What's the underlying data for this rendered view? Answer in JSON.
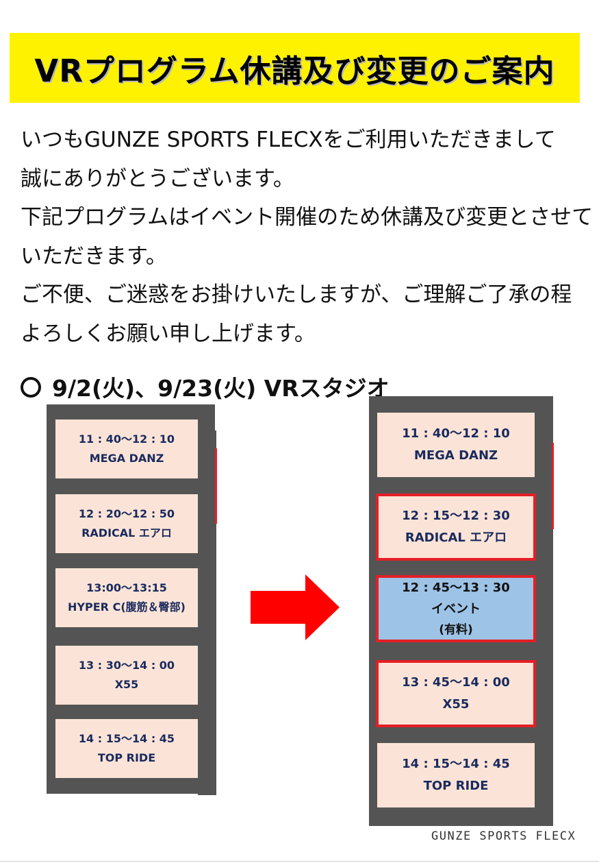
{
  "banner": {
    "title": "VRプログラム休講及び変更のご案内"
  },
  "intro": {
    "lines": [
      "いつもGUNZE SPORTS FLECXをご利用いただきまして",
      "誠にありがとうございます。",
      "下記プログラムはイベント開催のため休講及び変更とさせて",
      "いただきます。",
      "ご不便、ご迷惑をお掛けいたしますが、ご理解ご了承の程",
      "よろしくお願い申し上げます。"
    ]
  },
  "section": {
    "heading": "9/2(火)、9/23(火)  VRスタジオ"
  },
  "before": {
    "slots": [
      {
        "time": "11 : 40～12 : 10",
        "name": "MEGA DANZ"
      },
      {
        "time": "12 : 20～12 : 50",
        "name": "RADICAL エアロ"
      },
      {
        "time": "13:00～13:15",
        "name": "HYPER C(腹筋＆臀部)"
      },
      {
        "time": "13 : 30～14 : 00",
        "name": "X55"
      },
      {
        "time": "14 : 15～14 : 45",
        "name": "TOP RIDE"
      }
    ]
  },
  "after": {
    "slots": [
      {
        "time": "11 : 40～12 : 10",
        "name": "MEGA DANZ",
        "changed": false
      },
      {
        "time": "12 : 15～12 : 30",
        "name": "RADICAL エアロ",
        "changed": true
      },
      {
        "time": "12 : 45～13 : 30",
        "name": "イベント",
        "note": "(有料)",
        "changed": true,
        "event": true
      },
      {
        "time": "13 : 45～14 : 00",
        "name": "X55",
        "changed": true
      },
      {
        "time": "14 : 15～14 : 45",
        "name": "TOP RIDE",
        "changed": false
      }
    ]
  },
  "arrow": {
    "icon": "right-arrow-icon",
    "color": "#ff0000"
  },
  "colors": {
    "banner_bg": "#fff200",
    "slot_bg": "#fbe4d7",
    "event_bg": "#9dc3e6",
    "highlight_border": "#e31f26",
    "frame": "#545454",
    "slot_text": "#1a2a5e"
  },
  "footer": {
    "logo": "GUNZE SPORTS FLECX"
  }
}
